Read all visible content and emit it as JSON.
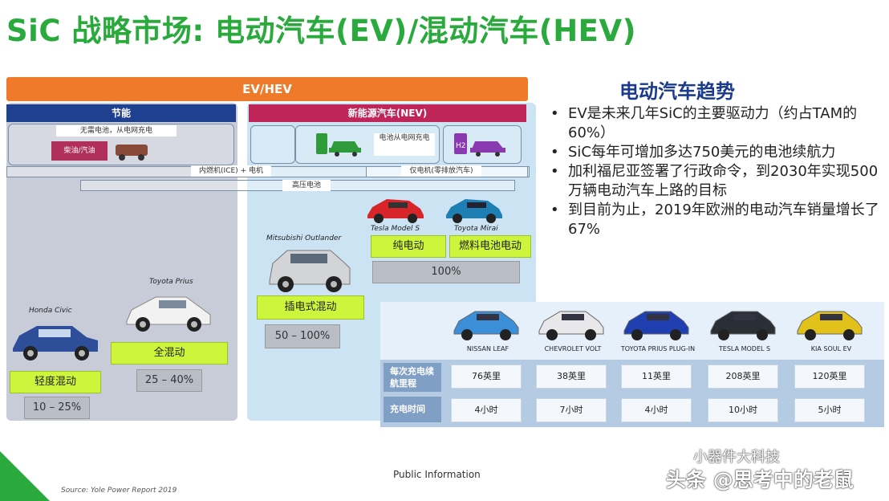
{
  "title": "SiC 战略市场: 电动汽车(EV)/混动汽车(HEV)",
  "diagram": {
    "top_bar": "EV/HEV",
    "left_header": "节能",
    "right_header": "新能源汽车(NEV)",
    "box_start_stop": "无需电池，从电网充电",
    "box_fuel": "柴油/汽油",
    "box_charge_grid": "电池从电网充电",
    "box_ice": "内燃机(ICE) + 电机",
    "box_only_motor": "仅电机(零排放汽车)",
    "box_hv_battery": "高压电池",
    "car_labels": {
      "honda": "Honda Civic",
      "prius": "Toyota Prius",
      "outlander": "Mitsubishi Outlander",
      "tesla": "Tesla Model S",
      "mirai": "Toyota Mirai"
    },
    "types": {
      "mild": "轻度混动",
      "full": "全混动",
      "plugin": "插电式混动",
      "bev": "纯电动",
      "fcev": "燃料电池电动"
    },
    "shares": {
      "mild": "10 – 25%",
      "full": "25 – 40%",
      "plugin": "50 – 100%",
      "ev": "100%"
    }
  },
  "trend": {
    "title": "电动汽车趋势",
    "bullets": [
      "EV是未来几年SiC的主要驱动力（约占TAM的60%）",
      "SiC每年可增加多达750美元的电池续航力",
      "加利福尼亚签署了行政命令，到2030年实现500万辆电动汽车上路的目标",
      "到目前为止，2019年欧洲的电动汽车销量增长了67%"
    ]
  },
  "table": {
    "cars": [
      "NISSAN LEAF",
      "CHEVROLET VOLT",
      "TOYOTA PRIUS PLUG-IN",
      "TESLA MODEL S",
      "KIA SOUL EV"
    ],
    "car_colors": [
      "#3b8fd8",
      "#e8e8ea",
      "#1f3fb0",
      "#2a2e35",
      "#e2c21a"
    ],
    "row_range_label": "每次充电续航里程",
    "row_charge_label": "充电时间",
    "range": [
      "76英里",
      "38英里",
      "11英里",
      "208英里",
      "120英里"
    ],
    "charge": [
      "4小时",
      "7小时",
      "4小时",
      "10小时",
      "5小时"
    ]
  },
  "footer": "Public Information",
  "source": "Source: Yole Power Report 2019",
  "watermark_1": "小器件大科技",
  "watermark_2": "头条 @思考中的老鼠"
}
